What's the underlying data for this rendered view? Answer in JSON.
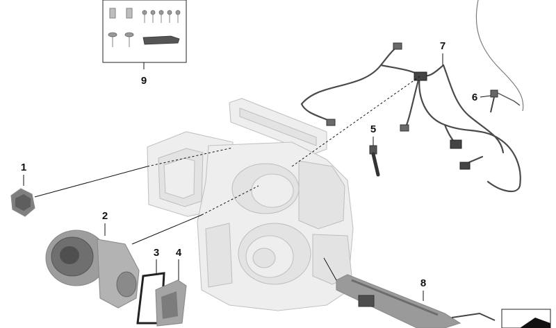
{
  "diagram": {
    "callouts": [
      {
        "id": "c1",
        "label": "1"
      },
      {
        "id": "c2",
        "label": "2"
      },
      {
        "id": "c3",
        "label": "3"
      },
      {
        "id": "c4",
        "label": "4"
      },
      {
        "id": "c5",
        "label": "5"
      },
      {
        "id": "c6",
        "label": "6"
      },
      {
        "id": "c7",
        "label": "7"
      },
      {
        "id": "c8",
        "label": "8"
      },
      {
        "id": "c9",
        "label": "9"
      }
    ],
    "parts": [
      {
        "callout": "1",
        "icon": "blower-resistor-icon"
      },
      {
        "callout": "2",
        "icon": "blower-motor-icon"
      },
      {
        "callout": "3",
        "icon": "gasket-icon"
      },
      {
        "callout": "4",
        "icon": "blower-control-module-icon"
      },
      {
        "callout": "5",
        "icon": "temperature-sensor-icon"
      },
      {
        "callout": "6",
        "icon": "sensor-icon"
      },
      {
        "callout": "7",
        "icon": "wiring-harness-icon"
      },
      {
        "callout": "8",
        "icon": "actuator-bracket-icon"
      },
      {
        "callout": "9",
        "icon": "fastener-kit-icon"
      }
    ],
    "colors": {
      "line": "#111111",
      "housing": "#eeeeee",
      "part": "#8a8a8a",
      "wire": "#4a4a4a"
    }
  }
}
